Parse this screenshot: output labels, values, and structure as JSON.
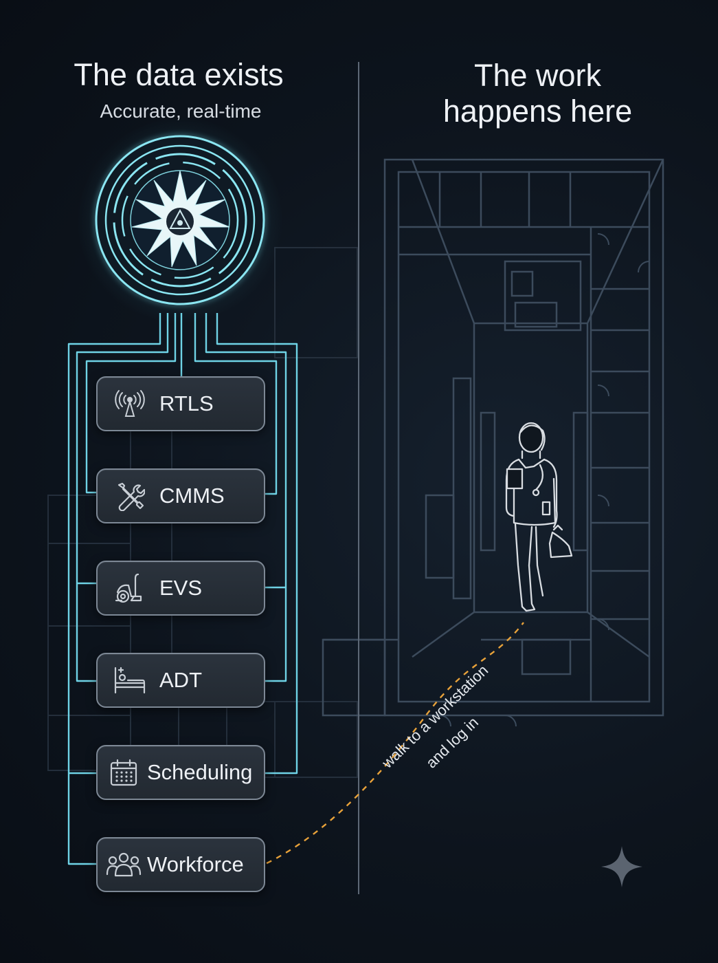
{
  "left_panel": {
    "title": "The data exists",
    "subtitle": "Accurate, real-time"
  },
  "right_panel": {
    "title_line1": "The work",
    "title_line2": "happens here"
  },
  "sources": [
    {
      "label": "RTLS",
      "icon": "antenna-signal-icon"
    },
    {
      "label": "CMMS",
      "icon": "wrench-screwdriver-icon"
    },
    {
      "label": "EVS",
      "icon": "vacuum-cleaner-icon"
    },
    {
      "label": "ADT",
      "icon": "hospital-bed-icon"
    },
    {
      "label": "Scheduling",
      "icon": "calendar-icon"
    },
    {
      "label": "Workforce",
      "icon": "people-group-icon"
    }
  ],
  "annotation": {
    "line1": "walk to a workstation",
    "line2": "and log in"
  },
  "colors": {
    "hub_glow": "#7fe3f0",
    "connector": "#6fd3e6",
    "path_dashes": "#e8a23a",
    "box_border": "#7d8895",
    "floorplan": "#3c4b5c"
  }
}
